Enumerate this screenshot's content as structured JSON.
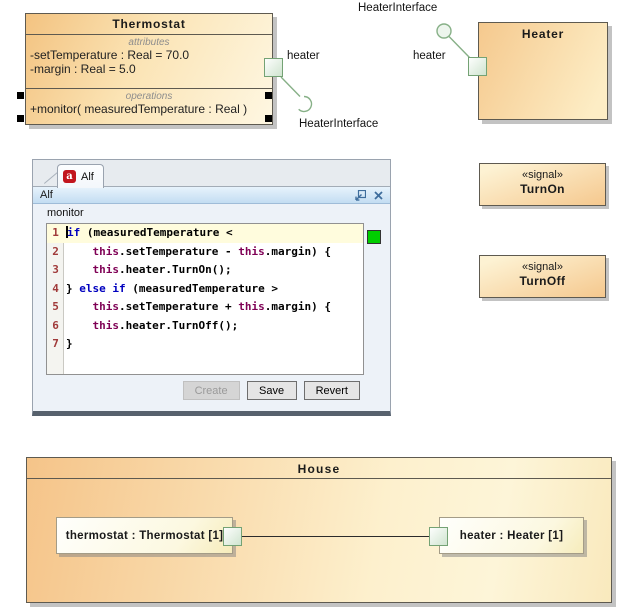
{
  "diagram": {
    "thermostat_block": {
      "title": "Thermostat",
      "attributes_label": "attributes",
      "attributes": [
        "-setTemperature : Real = 70.0",
        "-margin : Real = 5.0"
      ],
      "operations_label": "operations",
      "operations": [
        "+monitor( measuredTemperature : Real )"
      ],
      "port_label": "heater",
      "required_interface_label": "HeaterInterface"
    },
    "heater_block": {
      "title": "Heater",
      "port_label": "heater",
      "provided_interface_label": "HeaterInterface"
    },
    "signal_blocks": [
      {
        "stereotype": "«signal»",
        "name": "TurnOn"
      },
      {
        "stereotype": "«signal»",
        "name": "TurnOff"
      }
    ],
    "house_block": {
      "title": "House",
      "parts": [
        {
          "label": "thermostat : Thermostat [1]"
        },
        {
          "label": "heater : Heater [1]"
        }
      ]
    }
  },
  "alf_window": {
    "tab": {
      "icon_letter": "a",
      "label": "Alf"
    },
    "header": {
      "title": "Alf"
    },
    "context_label": "monitor",
    "code": {
      "lines": [
        {
          "num": "1",
          "segments": [
            [
              "kw",
              "if"
            ],
            [
              "plain",
              " (measuredTemperature <"
            ]
          ]
        },
        {
          "num": "2",
          "segments": [
            [
              "plain",
              "    "
            ],
            [
              "kw2",
              "this"
            ],
            [
              "plain",
              ".setTemperature - "
            ],
            [
              "kw2",
              "this"
            ],
            [
              "plain",
              ".margin) {"
            ]
          ]
        },
        {
          "num": "3",
          "segments": [
            [
              "plain",
              "    "
            ],
            [
              "kw2",
              "this"
            ],
            [
              "plain",
              ".heater.TurnOn();"
            ]
          ]
        },
        {
          "num": "4",
          "segments": [
            [
              "plain",
              "} "
            ],
            [
              "kw",
              "else"
            ],
            [
              "plain",
              " "
            ],
            [
              "kw",
              "if"
            ],
            [
              "plain",
              " (measuredTemperature >"
            ]
          ]
        },
        {
          "num": "5",
          "segments": [
            [
              "plain",
              "    "
            ],
            [
              "kw2",
              "this"
            ],
            [
              "plain",
              ".setTemperature + "
            ],
            [
              "kw2",
              "this"
            ],
            [
              "plain",
              ".margin) {"
            ]
          ]
        },
        {
          "num": "6",
          "segments": [
            [
              "plain",
              "    "
            ],
            [
              "kw2",
              "this"
            ],
            [
              "plain",
              ".heater.TurnOff();"
            ]
          ]
        },
        {
          "num": "7",
          "segments": [
            [
              "plain",
              "}"
            ]
          ]
        }
      ]
    },
    "buttons": [
      {
        "label": "Create",
        "enabled": false
      },
      {
        "label": "Save",
        "enabled": true
      },
      {
        "label": "Revert",
        "enabled": true
      }
    ]
  },
  "colors": {
    "block_fill_start": "#f3c381",
    "block_fill_end": "#fef7e2",
    "block_border": "#5e5a50",
    "port_border": "#74a274",
    "connector_green": "#87b087",
    "keyword_blue": "#0000bf",
    "this_purple": "#7f0055",
    "line_number_red": "#a03a3a",
    "active_line_yellow": "#fffcdd",
    "status_green": "#00ce00",
    "header_blue_top": "#e7f3fc",
    "header_blue_bottom": "#c3ddf2",
    "tab_icon_red": "#c2151d"
  }
}
